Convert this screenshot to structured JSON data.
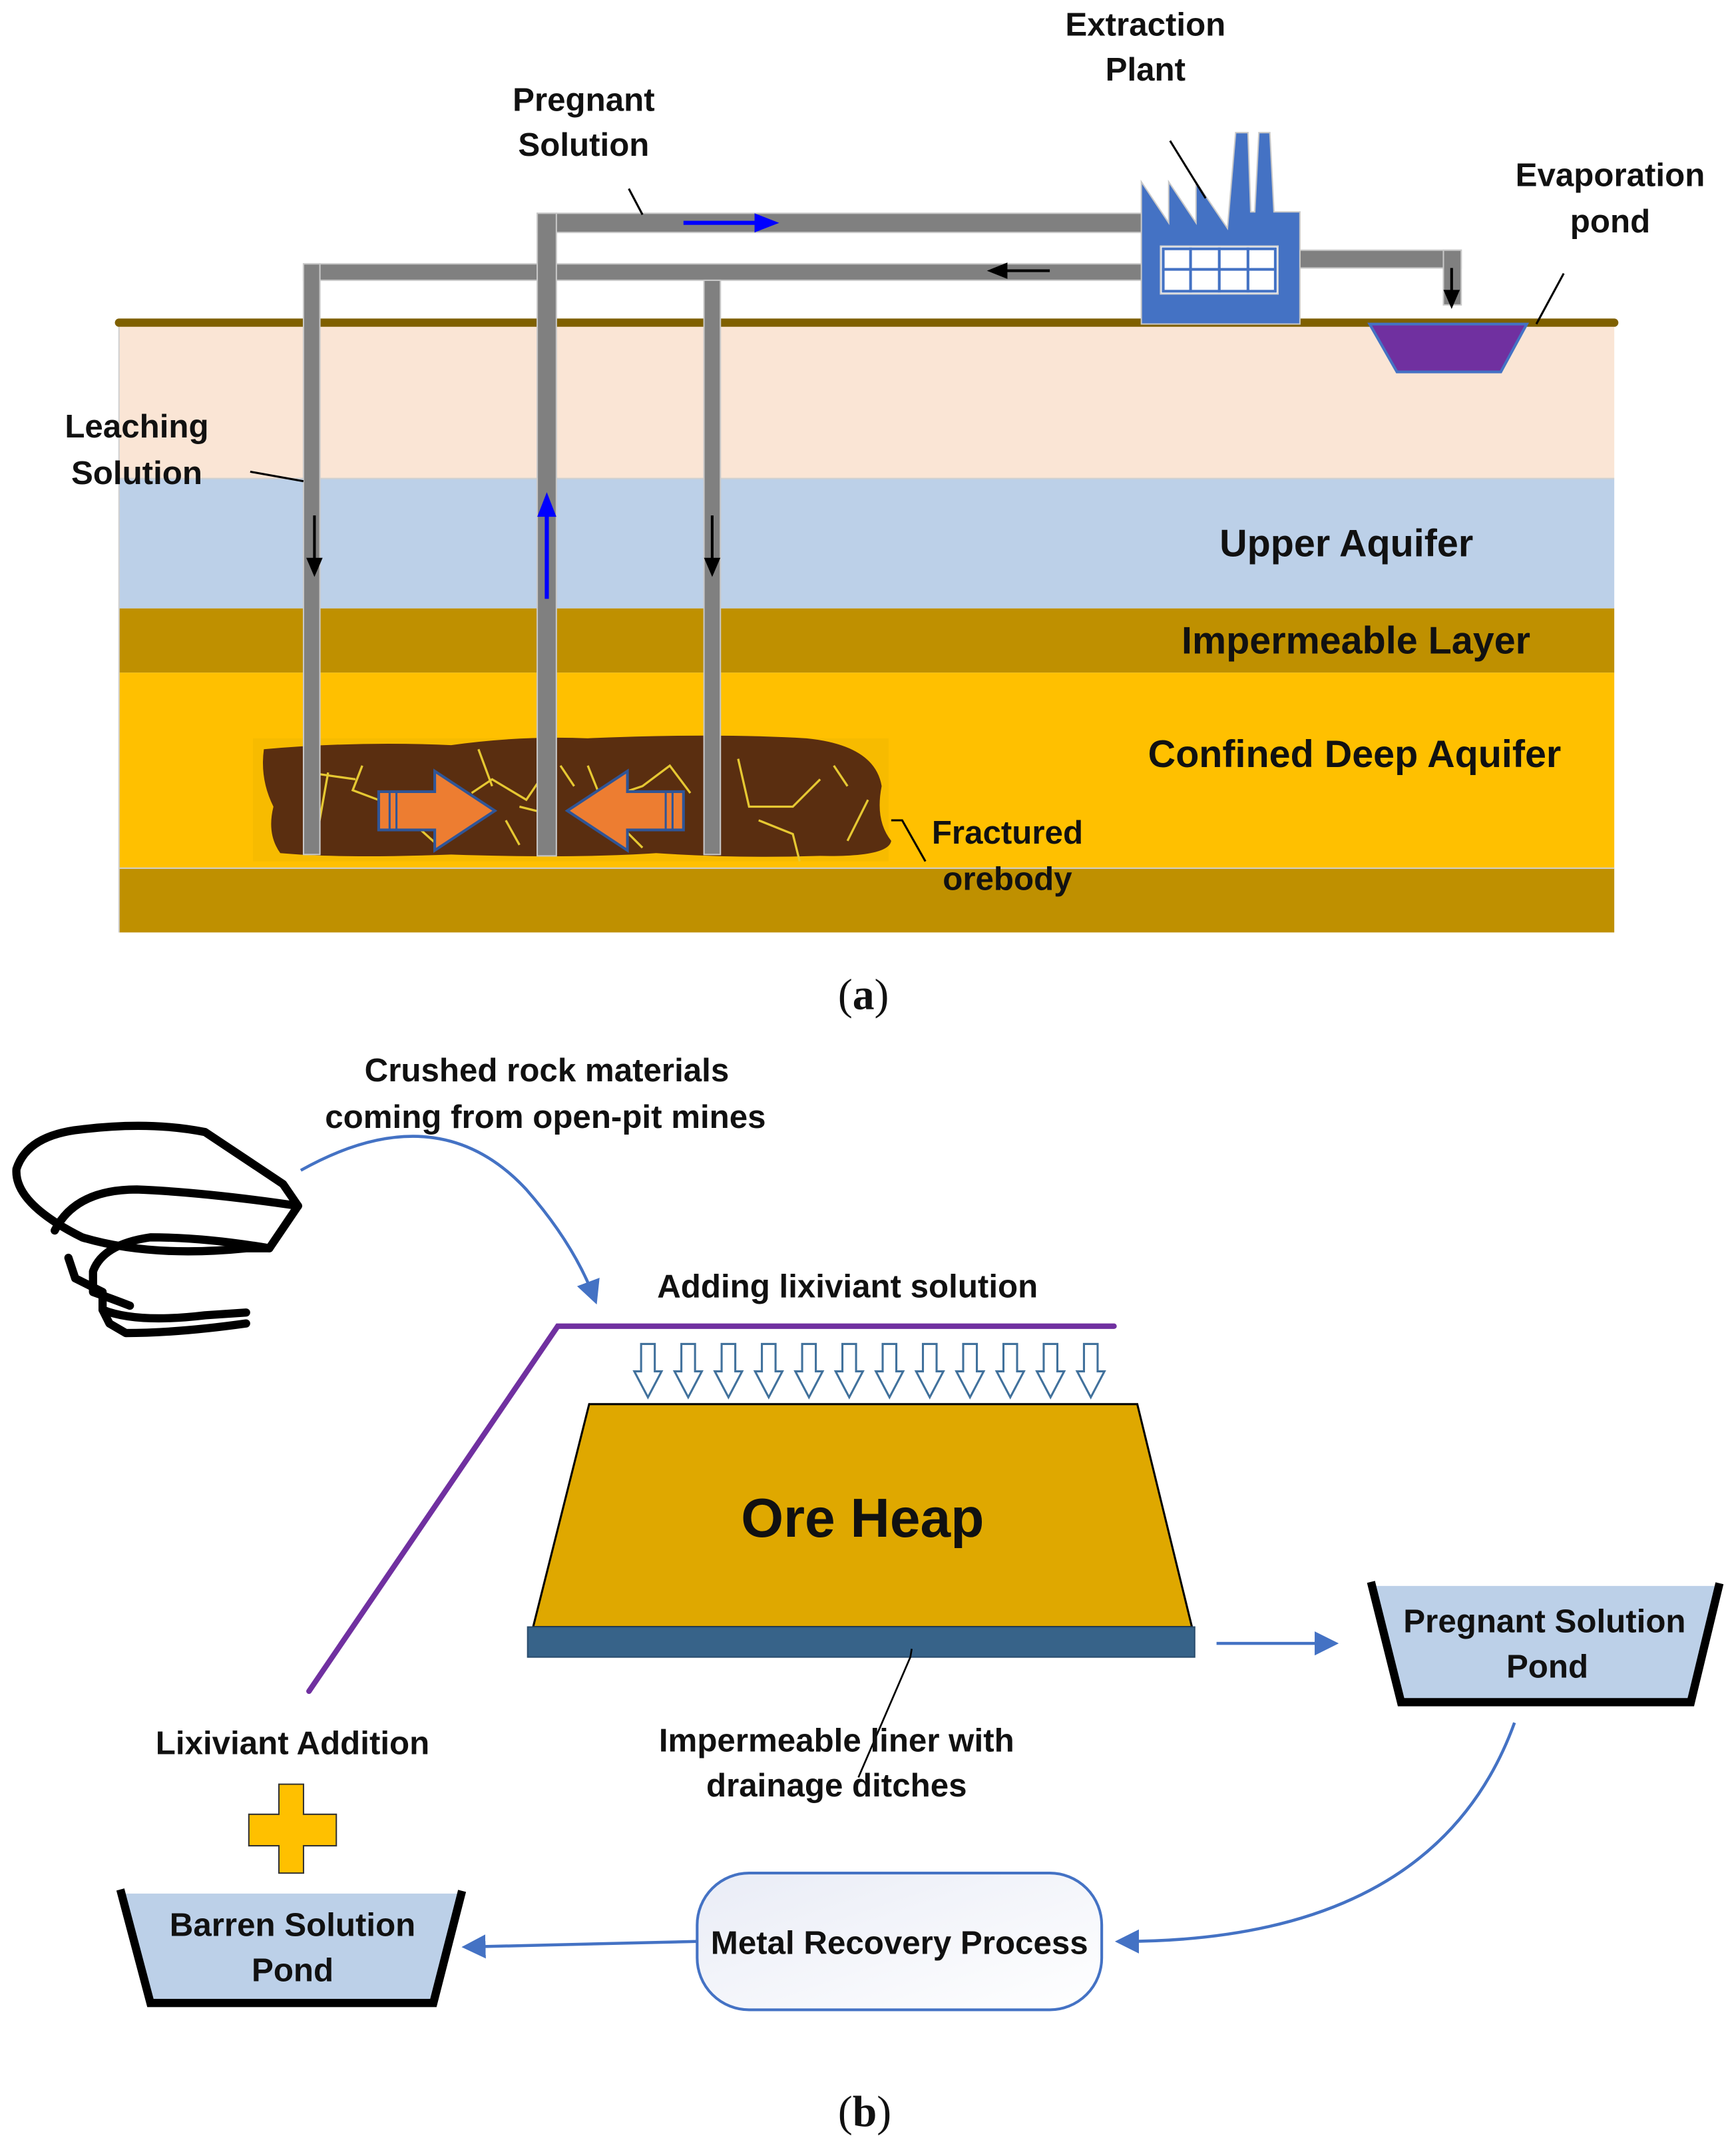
{
  "panel_a": {
    "caption_open": "(",
    "caption_letter": "a",
    "caption_close": ")",
    "labels": {
      "extraction_plant_1": "Extraction",
      "extraction_plant_2": "Plant",
      "pregnant_solution_1": "Pregnant",
      "pregnant_solution_2": "Solution",
      "evaporation_pond_1": "Evaporation",
      "evaporation_pond_2": "pond",
      "leaching_solution_1": "Leaching",
      "leaching_solution_2": "Solution",
      "fractured_orebody_1": "Fractured",
      "fractured_orebody_2": "orebody"
    },
    "layers": [
      {
        "name": "Surface soil",
        "label": "",
        "color": "#fae5d5"
      },
      {
        "name": "Upper Aquifer",
        "label": "Upper Aquifer",
        "color": "#bcd0e8"
      },
      {
        "name": "Impermeable Layer",
        "label": "Impermeable Layer",
        "color": "#bf9000"
      },
      {
        "name": "Confined Deep Aquifer",
        "label": "Confined Deep Aquifer",
        "color": "#ffc000"
      },
      {
        "name": "Bottom layer",
        "label": "",
        "color": "#bf9000"
      }
    ],
    "colors": {
      "ground_line": "#7f6000",
      "pipe": "#808080",
      "factory": "#4472c4",
      "evaporation_pond": "#7030a0",
      "orebody": "#5a2e10",
      "fracture": "#e6c832",
      "flow_arrow_orange": "#ed7d31",
      "flow_arrow_blue": "#0000ff"
    }
  },
  "panel_b": {
    "caption_open": "(",
    "caption_letter": "b",
    "caption_close": ")",
    "labels": {
      "crushed_rock_1": "Crushed rock materials",
      "crushed_rock_2": "coming from open-pit mines",
      "adding_lixiviant": "Adding lixiviant solution",
      "ore_heap": "Ore Heap",
      "liner_1": "Impermeable liner with",
      "liner_2": "drainage ditches",
      "pregnant_pond_1": "Pregnant Solution",
      "pregnant_pond_2": "Pond",
      "lixiviant_addition": "Lixiviant Addition",
      "barren_pond_1": "Barren Solution",
      "barren_pond_2": "Pond",
      "metal_recovery": "Metal Recovery Process"
    },
    "drip_arrow_count": 12,
    "colors": {
      "ore_heap": "#dfa800",
      "liner": "#376389",
      "pond_fill": "#bcd0e8",
      "lixiviant_line": "#7030a0",
      "flow_arrow": "#4472c4",
      "plus": "#ffc000"
    }
  }
}
